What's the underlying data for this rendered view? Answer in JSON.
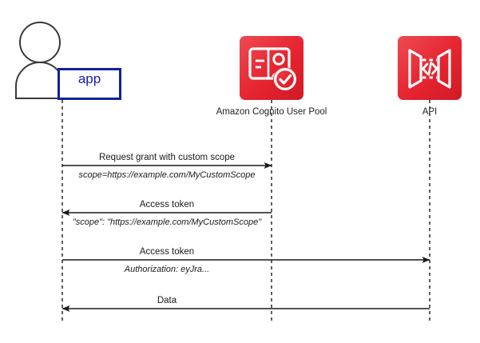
{
  "diagram": {
    "type": "sequence-diagram",
    "title": "Amazon Cognito custom scope authorization flow",
    "colors": {
      "aws_red": "#e8323c",
      "aws_red_dark": "#d4202b",
      "app_blue": "#10239e",
      "app_text_blue": "#1a1ab5",
      "line": "#1a1a1a",
      "background": "#ffffff"
    },
    "participants": [
      {
        "id": "user",
        "icon": "user-actor-icon",
        "label": ""
      },
      {
        "id": "app",
        "icon": "app-box",
        "label": "app"
      },
      {
        "id": "cognito",
        "icon": "amazon-cognito-user-pool-icon",
        "label": "Amazon Cognito User Pool"
      },
      {
        "id": "api",
        "icon": "api-gateway-icon",
        "label": "API"
      }
    ],
    "messages": [
      {
        "index": 1,
        "from": "app",
        "to": "cognito",
        "direction": "right",
        "title": "Request grant with custom scope",
        "subtitle": "scope=https://example.com/MyCustomScope"
      },
      {
        "index": 2,
        "from": "cognito",
        "to": "app",
        "direction": "left",
        "title": "Access token",
        "subtitle": "\"scope\": \"https://example.com/MyCustomScope\""
      },
      {
        "index": 3,
        "from": "app",
        "to": "api",
        "direction": "right",
        "title": "Access token",
        "subtitle": "Authorization: eyJra..."
      },
      {
        "index": 4,
        "from": "api",
        "to": "app",
        "direction": "left",
        "title": "Data",
        "subtitle": ""
      }
    ]
  }
}
